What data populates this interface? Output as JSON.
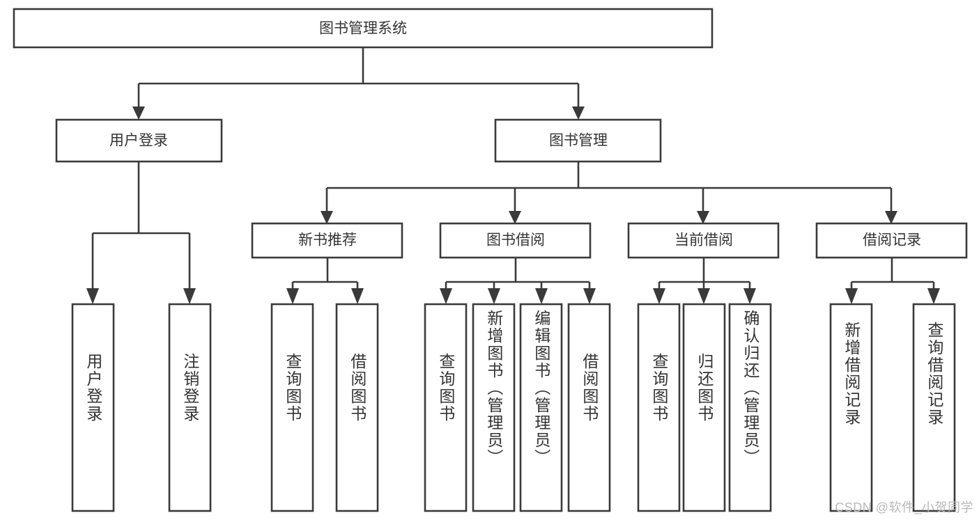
{
  "diagram": {
    "type": "tree",
    "title_node": {
      "label": "图书管理系统"
    },
    "level1": [
      {
        "label": "用户登录"
      },
      {
        "label": "图书管理"
      }
    ],
    "level2": [
      {
        "label": "新书推荐"
      },
      {
        "label": "图书借阅"
      },
      {
        "label": "当前借阅"
      },
      {
        "label": "借阅记录"
      }
    ],
    "leaves": {
      "user_login": [
        {
          "label": "用户登录"
        },
        {
          "label": "注销登录"
        }
      ],
      "new_book_recommend": [
        {
          "label": "查询图书"
        },
        {
          "label": "借阅图书"
        }
      ],
      "book_borrow": [
        {
          "label": "查询图书"
        },
        {
          "label": "新增图书（管理员）"
        },
        {
          "label": "编辑图书（管理员）"
        },
        {
          "label": "借阅图书"
        }
      ],
      "current_borrow": [
        {
          "label": "查询图书"
        },
        {
          "label": "归还图书"
        },
        {
          "label": "确认归还（管理员）"
        }
      ],
      "borrow_record": [
        {
          "label": "新增借阅记录"
        },
        {
          "label": "查询借阅记录"
        }
      ]
    }
  },
  "watermark": {
    "text": "CSDN @软件_小贺同学"
  },
  "colors": {
    "stroke": "#3a3a3a",
    "text": "#333333",
    "background": "#ffffff",
    "watermark": "#b9b9b9"
  }
}
